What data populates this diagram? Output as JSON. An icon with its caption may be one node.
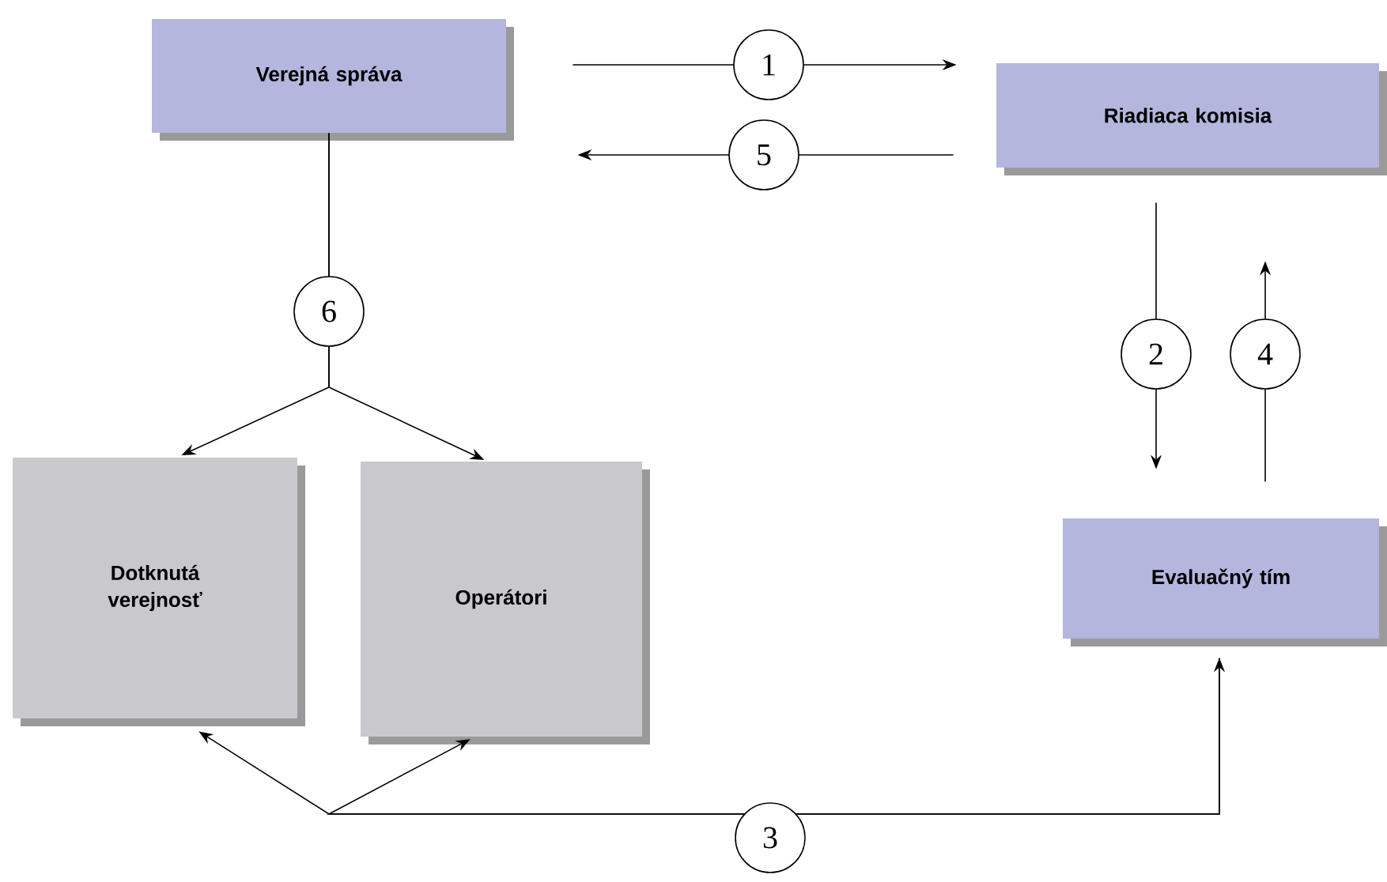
{
  "diagram": {
    "nodes": [
      {
        "text": [
          "Verejná správa"
        ]
      },
      {
        "text": [
          "Riadiaca komisia"
        ]
      },
      {
        "text": [
          "Dotknutá verejnosť"
        ]
      },
      {
        "text": [
          "Operátori"
        ]
      },
      {
        "text": [
          "Evaluačný tím"
        ]
      }
    ],
    "edges": [
      {
        "from": 0,
        "to": 1,
        "arrow": "to",
        "label": "1"
      },
      {
        "from": 1,
        "to": 0,
        "arrow": "to",
        "label": "5"
      },
      {
        "from": 1,
        "to": 4,
        "arrow": "to",
        "label": "2"
      },
      {
        "from": 4,
        "to": 1,
        "arrow": "to",
        "label": "4"
      },
      {
        "from": 0,
        "to": 2,
        "arrow": "to",
        "label": "6"
      },
      {
        "from": 0,
        "to": 3,
        "arrow": "to"
      },
      {
        "from": 2,
        "to": 4,
        "arrow": "both",
        "label": "3"
      },
      {
        "from": 4,
        "to": 3,
        "arrow": "to"
      }
    ]
  }
}
